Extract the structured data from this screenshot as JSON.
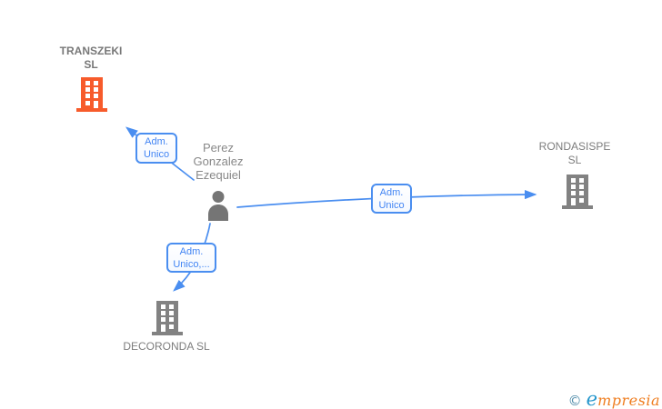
{
  "diagram": {
    "background_color": "#ffffff",
    "accent_blue": "#4285f4",
    "nodes": {
      "company_main": {
        "name": "TRANSZEKI SL",
        "icon": "building-icon",
        "icon_color": "#f75b2b"
      },
      "person": {
        "name": "Perez Gonzalez Ezequiel",
        "icon": "person-icon",
        "icon_color": "#757575"
      },
      "company_right": {
        "name": "RONDASISPE SL",
        "icon": "building-icon",
        "icon_color": "#828282"
      },
      "company_bottom": {
        "name": "DECORONDA SL",
        "icon": "building-icon",
        "icon_color": "#828282"
      }
    },
    "edges": [
      {
        "from": "person",
        "to": "company_main",
        "label_line1": "Adm.",
        "label_line2": "Unico"
      },
      {
        "from": "person",
        "to": "company_right",
        "label_line1": "Adm.",
        "label_line2": "Unico"
      },
      {
        "from": "person",
        "to": "company_bottom",
        "label_line1": "Adm.",
        "label_line2": "Unico,..."
      }
    ]
  },
  "watermark": {
    "copyright": "©",
    "brand_first_letter": "e",
    "brand_rest": "mpresia"
  }
}
